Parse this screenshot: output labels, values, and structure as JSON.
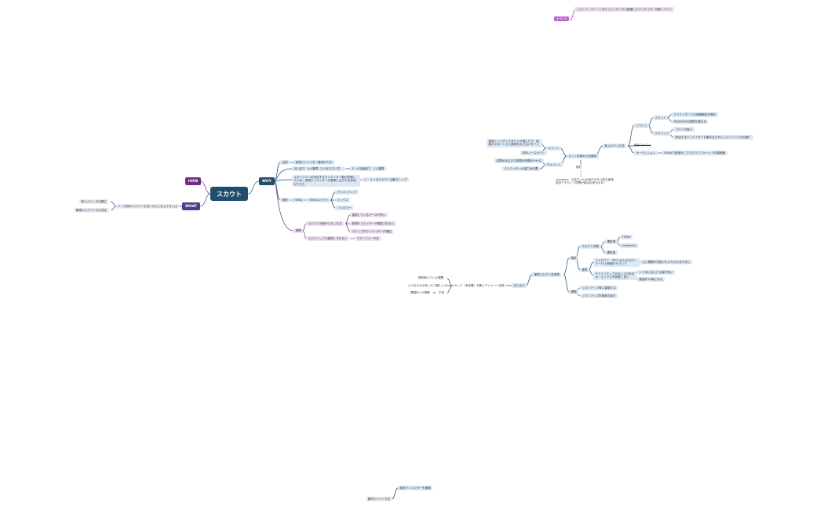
{
  "center": "スカウト",
  "how": "HOW",
  "why": "WHY",
  "what": "WHAT",
  "event_tag": "イベント",
  "event_desc": "リストアップシート内クリエイターから厳選したクリエイター対象イベント",
  "why_branch": {
    "purpose": "目的",
    "purpose_item": "新規クリエイター獲得のため",
    "stats_1": "月2 回で　6人獲得（1人あたり1 件）",
    "stats_1_child": "5 ~8 回面談で　1人獲得",
    "stats_2": "マネージャーが対応するクリエイター数が急増したため、新規クリエイターの獲得に注力する余地ができた",
    "stats_2_child": "1 ~ 3 ヶ月スカウト活動ストップ",
    "current": "現状",
    "tiktok": "TikTok",
    "tiktok_scout": "TikTokスカウト",
    "tiktok_items": [
      "クリエイティブ",
      "ミックス",
      "フォロワー"
    ],
    "issue": "課題",
    "issue_a": "スカウト対象がいなくなる",
    "issue_a_items": [
      "重複しているケースが多い",
      "新規クリエイターが発見されない",
      "ステップ外クリエイターが増加"
    ],
    "issue_b": "スカウトしても獲得しきれない",
    "issue_b_child": "マネージャー不在"
  },
  "what_branch": {
    "label": "3 ヶ月後のスカウトを良いものに仕上げるには",
    "items": [
      "新スカウト方法確立",
      "最適のスカウト方法決定"
    ]
  },
  "right_top": {
    "root": "新スカウト方法",
    "sibling": "既存スカウト",
    "event": "イベント",
    "merit": "メリット",
    "merit_items": [
      "クリエイターとの接触機会を増大",
      "MAXMAXの認知を高める"
    ],
    "demerit": "デメリット",
    "demerit_items": [
      "コストが高い",
      "参加するクリエイターを集めるためにリストアップが必要？"
    ],
    "audition": "オーディション",
    "audition_item": "TikTokで配信をしてもらうアンケートで可能範囲",
    "existing": "スット記事から目線別",
    "ex_merit": "メリット",
    "ex_merit_items": [
      "面接として行ってみた人が増えたり、複数のサポートから興味を示せるパターン",
      "好評ノースカウト"
    ],
    "ex_demerit": "デメリット",
    "ex_demerit_items": [
      "成果が出るまで時間が時間がかかる",
      "クリエイターの協力が必要"
    ],
    "note": "検討",
    "question": "yamashy：のあちゃんの紹介の今つ的な面接目的でやらくて質問が認は出来るかな？"
  },
  "right_mid": {
    "root": "最短スカウト自体策",
    "method": "現状",
    "scout_target": "スカウト対象",
    "criteria": "選定項",
    "criteria_items": [
      "TikTok",
      "Instagram"
    ],
    "unknown": "選任者",
    "basis": "基準",
    "basis_a": "フォロワー　年2人以上のみタンクー13人程度のかランク",
    "basis_a_child": "以上業務が仕掛けたからられるかない",
    "basis_b": "クリエイティブのセンスのある or　ルックスが抜群に良い",
    "basis_b_items": [
      "1 ヶ月に応えたる量が良い",
      "数値が20歳になる"
    ],
    "issue": "課題",
    "issue_items": [
      "リストアップ時に重複する",
      "リストアップ記事者の紹介"
    ],
    "link": "行けるか",
    "survey": "Aランク（未設置）対象にアンケート送信",
    "survey_items": [
      "現状抱えている課題",
      "どんなものがあったら嬉しいか",
      "業務外への興味　or　不安"
    ]
  },
  "bottom": {
    "root": "最短スカウト方法",
    "child": "既存クリエイターを厳選"
  }
}
